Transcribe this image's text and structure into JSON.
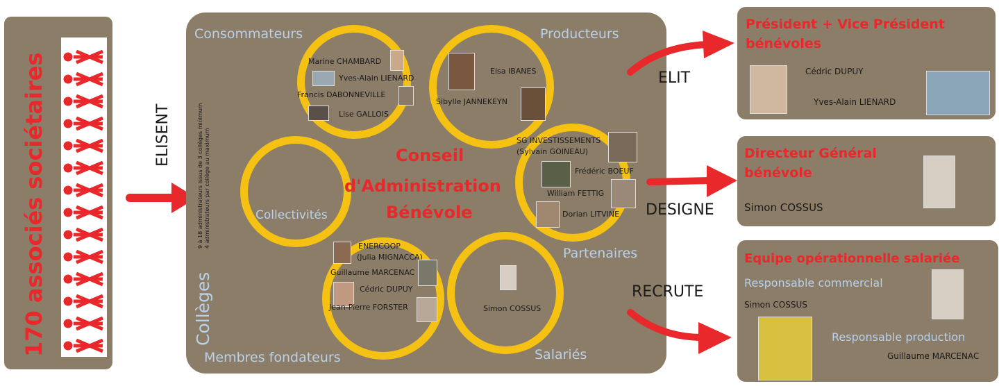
{
  "left": {
    "title": "170 associés sociétaires",
    "action": "ELISENT"
  },
  "board": {
    "title_lines": [
      "Conseil",
      "d'Administration",
      "Bénévole"
    ],
    "colleges_label": "Collèges",
    "rule_lines": [
      "9 à 18 administrateurs issus de 3 collèges minimum",
      "4 administrateurs par collège au maximum"
    ],
    "consommateurs": {
      "label": "Consommateurs",
      "members": [
        "Marine CHAMBARD",
        "Yves-Alain LIENARD",
        "Francis DABONNEVILLE",
        "Lise GALLOIS"
      ]
    },
    "producteurs": {
      "label": "Producteurs",
      "members": [
        "Elsa IBANES",
        "Sibylle JANNEKEYN"
      ]
    },
    "partenaires": {
      "label": "Partenaires",
      "members": [
        "SG INVESTISSEMENTS",
        "(Sylvain GOINEAU)",
        "Frédéric BOEUF",
        "William FETTIG",
        "Dorian LITVINE"
      ]
    },
    "collectivites": {
      "label": "Collectivités"
    },
    "fondateurs": {
      "label": "Membres fondateurs",
      "members": [
        "ENERCOOP",
        "(Julia MIGNACCA)",
        "Guillaume MARCENAC",
        "Cédric DUPUY",
        "Jean-Pierre FORSTER"
      ]
    },
    "salaries": {
      "label": "Salariés",
      "members": [
        "Simon COSSUS"
      ]
    }
  },
  "actions": {
    "elit": "ELIT",
    "designe": "DESIGNE",
    "recrute": "RECRUTE"
  },
  "president": {
    "title_lines": [
      "Président + Vice Président",
      "bénévoles"
    ],
    "names": [
      "Cédric DUPUY",
      "Yves-Alain LIENARD"
    ]
  },
  "directeur": {
    "title_lines": [
      "Directeur Général",
      "bénévole"
    ],
    "name": "Simon COSSUS"
  },
  "equipe": {
    "title": "Equipe opérationnelle salariée",
    "role1": "Responsable commercial",
    "name1": "Simon COSSUS",
    "role2": "Responsable production",
    "name2": "Guillaume MARCENAC"
  },
  "colors": {
    "red": "#e8282b",
    "ring": "#f5c214",
    "panel": "#8b7d68",
    "label_blue": "#b9d1ea"
  }
}
